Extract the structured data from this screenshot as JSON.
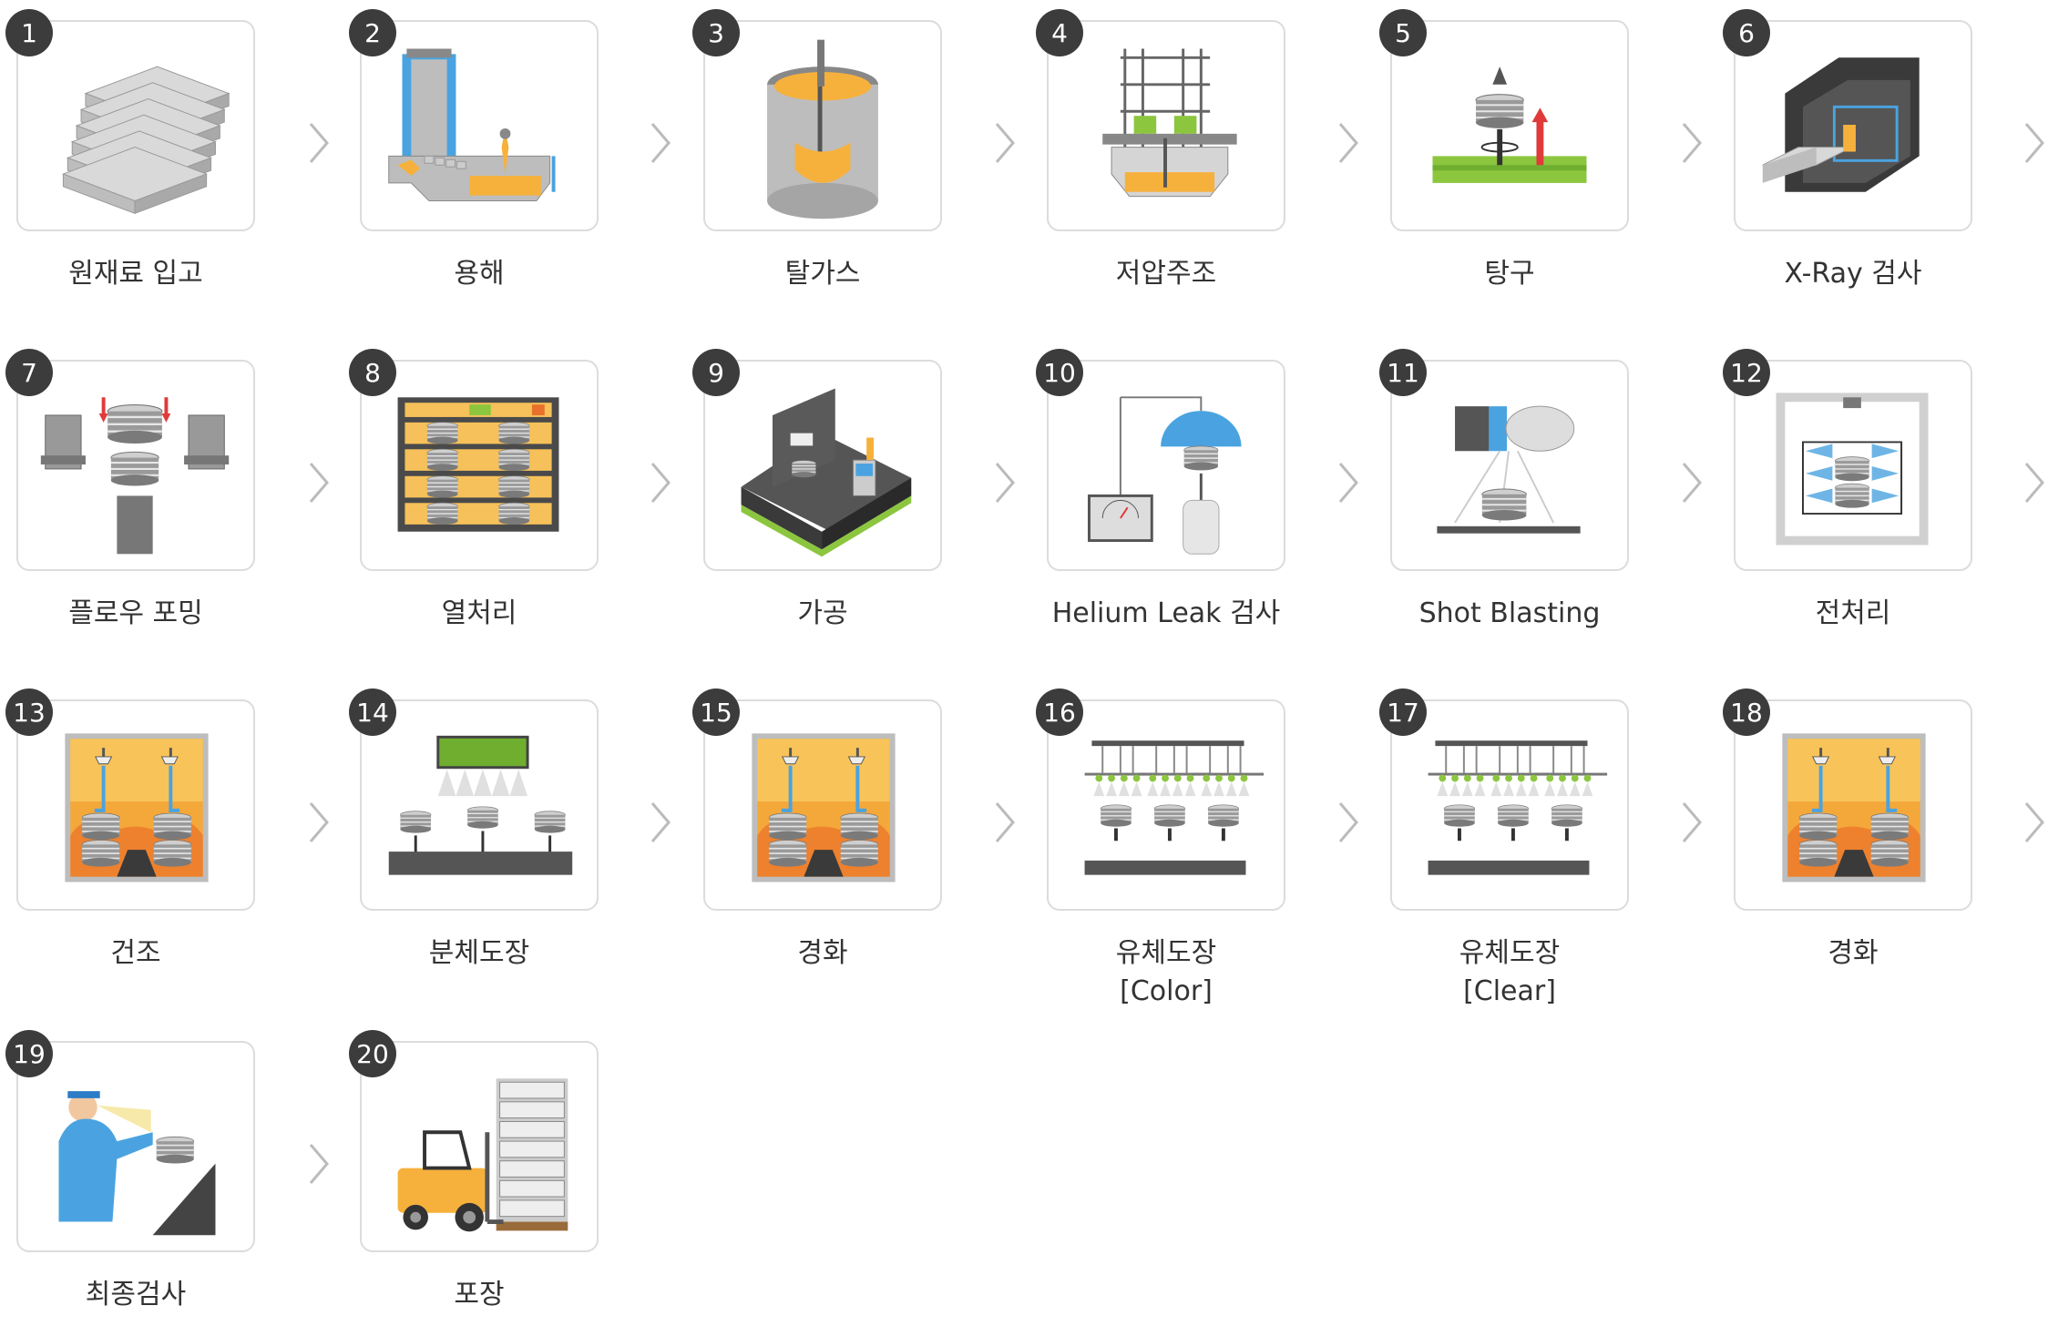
{
  "steps": [
    {
      "num": "1",
      "label": "원재료 입고",
      "icon": "ingot-stack-icon"
    },
    {
      "num": "2",
      "label": "용해",
      "icon": "melting-furnace-icon"
    },
    {
      "num": "3",
      "label": "탈가스",
      "icon": "degassing-ladle-icon"
    },
    {
      "num": "4",
      "label": "저압주조",
      "icon": "low-pressure-casting-icon"
    },
    {
      "num": "5",
      "label": "탕구",
      "icon": "sprue-removal-icon"
    },
    {
      "num": "6",
      "label": "X-Ray 검사",
      "icon": "xray-chamber-icon"
    },
    {
      "num": "7",
      "label": "플로우 포밍",
      "icon": "flow-forming-icon"
    },
    {
      "num": "8",
      "label": "열처리",
      "icon": "heat-treatment-icon"
    },
    {
      "num": "9",
      "label": "가공",
      "icon": "cnc-machining-icon"
    },
    {
      "num": "10",
      "label": "Helium Leak 검사",
      "icon": "helium-leak-test-icon"
    },
    {
      "num": "11",
      "label": "Shot Blasting",
      "icon": "shot-blasting-icon"
    },
    {
      "num": "12",
      "label": "전처리",
      "icon": "pretreatment-icon"
    },
    {
      "num": "13",
      "label": "건조",
      "icon": "drying-oven-icon"
    },
    {
      "num": "14",
      "label": "분체도장",
      "icon": "powder-coating-icon"
    },
    {
      "num": "15",
      "label": "경화",
      "icon": "curing-oven-icon"
    },
    {
      "num": "16",
      "label": "유체도장\n[Color]",
      "icon": "liquid-paint-color-icon"
    },
    {
      "num": "17",
      "label": "유체도장\n[Clear]",
      "icon": "liquid-paint-clear-icon"
    },
    {
      "num": "18",
      "label": "경화",
      "icon": "curing-oven-icon"
    },
    {
      "num": "19",
      "label": "최종검사",
      "icon": "final-inspection-icon"
    },
    {
      "num": "20",
      "label": "포장",
      "icon": "forklift-packing-icon"
    }
  ],
  "colors": {
    "badge": "#3c3c3c",
    "card_border": "#dcdcdc",
    "accent_orange": "#f6b13c",
    "accent_blue": "#3d9be3",
    "accent_green": "#8cc63f",
    "label": "#333333"
  }
}
